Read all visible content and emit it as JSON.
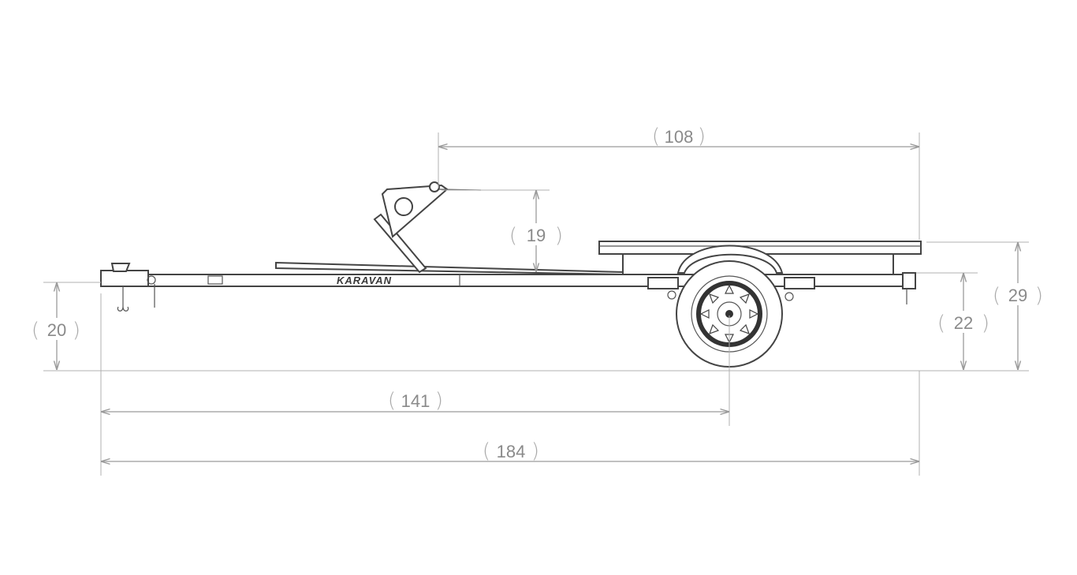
{
  "drawing": {
    "brand": "KARAVAN",
    "dimensions": {
      "overall_length": "184",
      "hitch_to_axle": "141",
      "bunk_length": "108",
      "winch_post_height": "19",
      "coupler_height": "20",
      "frame_height": "22",
      "bunk_height": "29"
    },
    "colors": {
      "dimension": "#9a9a9a",
      "linework": "#444444"
    }
  }
}
